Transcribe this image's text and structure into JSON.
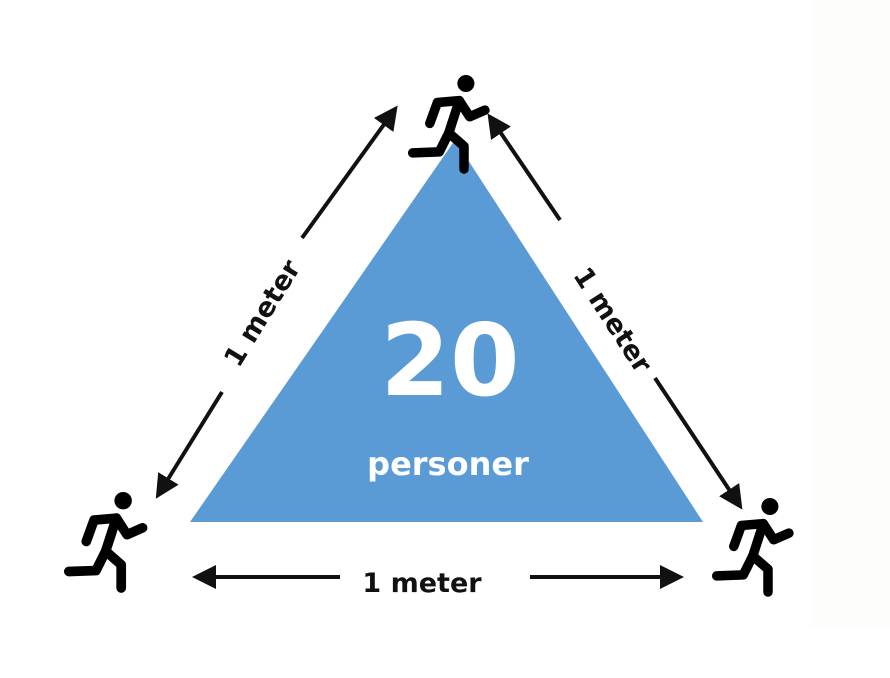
{
  "diagram": {
    "center_number": "20",
    "center_label": "personer",
    "edge_labels": [
      "1 meter",
      "1 meter",
      "1 meter"
    ],
    "triangle_color": "#5b9bd5",
    "icons": [
      "runner-icon",
      "arrow-icon"
    ]
  }
}
